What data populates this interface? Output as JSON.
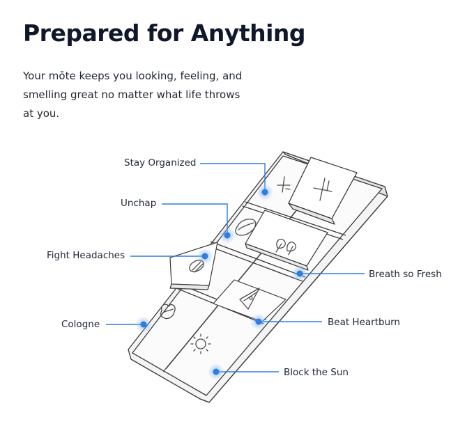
{
  "header": {
    "title": "Prepared for Anything",
    "subtitle": "Your mōte keeps you looking, feeling, and smelling great no matter what life throws at you."
  },
  "colors": {
    "accent": "#2f7de1",
    "dot_glow": "#8fbcf3",
    "outline": "#3a3a3a",
    "heading": "#0f172a"
  },
  "callouts": [
    {
      "id": "stay-organized",
      "label": "Stay Organized",
      "icon": "plus-one-icon"
    },
    {
      "id": "unchap",
      "label": "Unchap",
      "icon": "lips-icon"
    },
    {
      "id": "fight-headaches",
      "label": "Fight Headaches",
      "icon": "pill-icon"
    },
    {
      "id": "breath-so-fresh",
      "label": "Breath so Fresh",
      "icon": "mint-leaves-icon"
    },
    {
      "id": "cologne",
      "label": "Cologne",
      "icon": "spray-icon"
    },
    {
      "id": "beat-heartburn",
      "label": "Beat Heartburn",
      "icon": "pizza-slice-icon"
    },
    {
      "id": "block-the-sun",
      "label": "Block the Sun",
      "icon": "sun-icon"
    }
  ]
}
